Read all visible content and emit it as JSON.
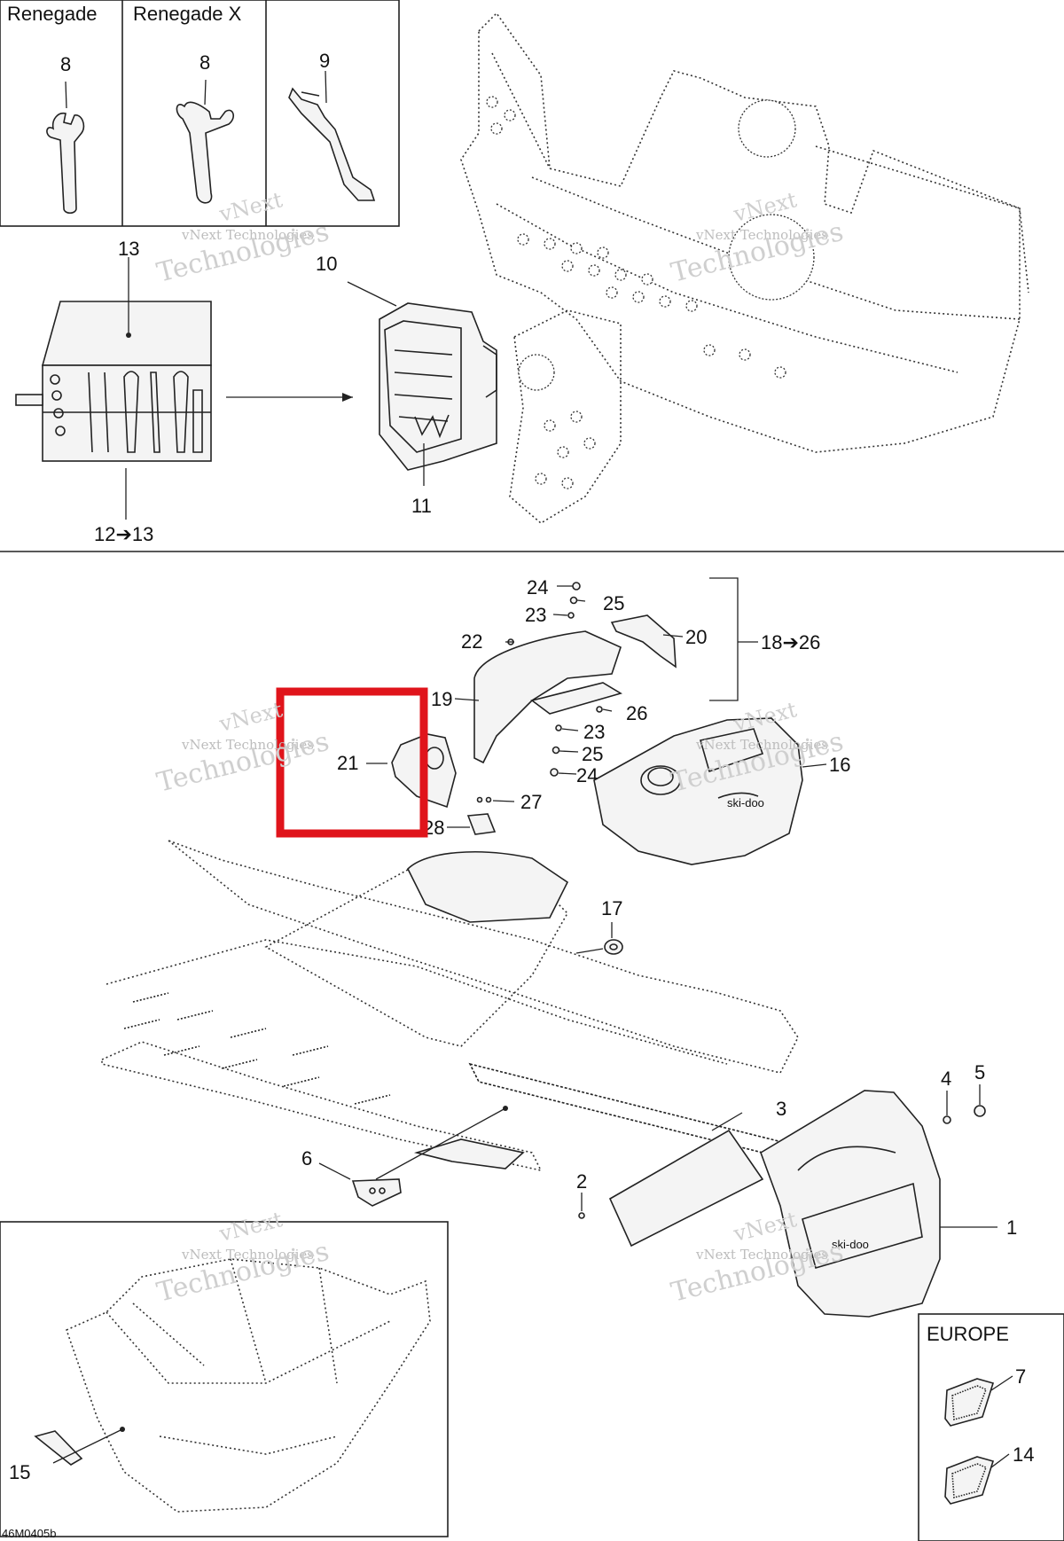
{
  "diagram": {
    "inset_titles": {
      "renegade": "Renegade",
      "renegade_x": "Renegade X",
      "europe": "EUROPE"
    },
    "labels": {
      "p1": "1",
      "p2": "2",
      "p3": "3",
      "p4": "4",
      "p5": "5",
      "p6": "6",
      "p7": "7",
      "p8a": "8",
      "p8b": "8",
      "p9": "9",
      "p10": "10",
      "p11": "11",
      "p12_13": "12➔13",
      "p13": "13",
      "p14": "14",
      "p15": "15",
      "p16": "16",
      "p17": "17",
      "p18_26": "18➔26",
      "p19": "19",
      "p20": "20",
      "p21": "21",
      "p22": "22",
      "p23a": "23",
      "p23b": "23",
      "p24a": "24",
      "p24b": "24",
      "p25a": "25",
      "p25b": "25",
      "p26": "26",
      "p27": "27",
      "p28": "28"
    },
    "watermark": {
      "line1": "vNext Technologies",
      "line2": "vNext",
      "line3": "Technologies"
    },
    "figure_code": "46M0405b",
    "highlight_color": "#e0141b"
  }
}
